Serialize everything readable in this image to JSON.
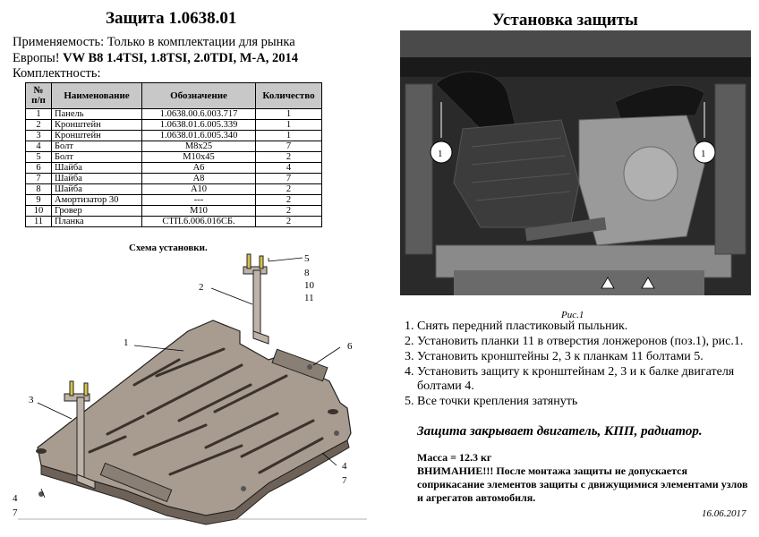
{
  "header": {
    "title": "Защита 1.0638.01",
    "applicability_1": "Применяемость:  Только в комплектации для  рынка",
    "applicability_2_prefix": "Европы!  ",
    "applicability_2_bold": "VW B8 1.4TSI, 1.8TSI, 2.0TDI, М-А, 2014",
    "kit_label": "Комплектность:"
  },
  "table": {
    "headers": [
      "№ п/п",
      "Наименование",
      "Обозначение",
      "Количество"
    ],
    "rows": [
      [
        "1",
        "Панель",
        "1.0638.00.6.003.717",
        "1"
      ],
      [
        "2",
        "Кронштейн",
        "1.0638.01.6.005.339",
        "1"
      ],
      [
        "3",
        "Кронштейн",
        "1.0638.01.6.005.340",
        "1"
      ],
      [
        "4",
        "Болт",
        "M8x25",
        "7"
      ],
      [
        "5",
        "Болт",
        "M10x45",
        "2"
      ],
      [
        "6",
        "Шайба",
        "A6",
        "4"
      ],
      [
        "7",
        "Шайба",
        "A8",
        "7"
      ],
      [
        "8",
        "Шайба",
        "A10",
        "2"
      ],
      [
        "9",
        "Амортизатор 30",
        "---",
        "2"
      ],
      [
        "10",
        "Гровер",
        "M10",
        "2"
      ],
      [
        "11",
        "Планка",
        "СТП.6.006.016СБ.",
        "2"
      ]
    ]
  },
  "schema_label": "Схема установки.",
  "callouts": {
    "c1": "1",
    "c2": "2",
    "c3": "3",
    "c5": "5",
    "c8": "8",
    "c10": "10",
    "c11": "11",
    "c6": "6",
    "c4r": "4",
    "c7r": "7",
    "c4l": "4",
    "c7l": "7"
  },
  "right": {
    "title": "Установка защиты",
    "photo_caption": "Рис.1",
    "photo_markers": [
      "1",
      "1"
    ],
    "steps": [
      "Снять передний пластиковый пыльник.",
      "Установить планки 11 в отверстия лонжеронов (поз.1), рис.1.",
      "Установить кронштейны 2, 3 к планкам 11 болтами 5.",
      "Установить защиту к кронштейнам 2, 3 и к балке двигателя болтами 4.",
      "Все точки крепления затянуть"
    ],
    "covers": "Защита закрывает двигатель, КПП, радиатор.",
    "mass": "Масса = 12.3 кг",
    "warning": "ВНИМАНИЕ!!!  После монтажа защиты не допускается соприкасание элементов защиты с движущимися элементами узлов и агрегатов автомобиля.",
    "date": "16.06.2017"
  },
  "colors": {
    "table_header": "#c8c8c8",
    "panel": "#a89c90",
    "photo_bg": "#2a2a2a",
    "marker_bg": "#ffffff"
  }
}
